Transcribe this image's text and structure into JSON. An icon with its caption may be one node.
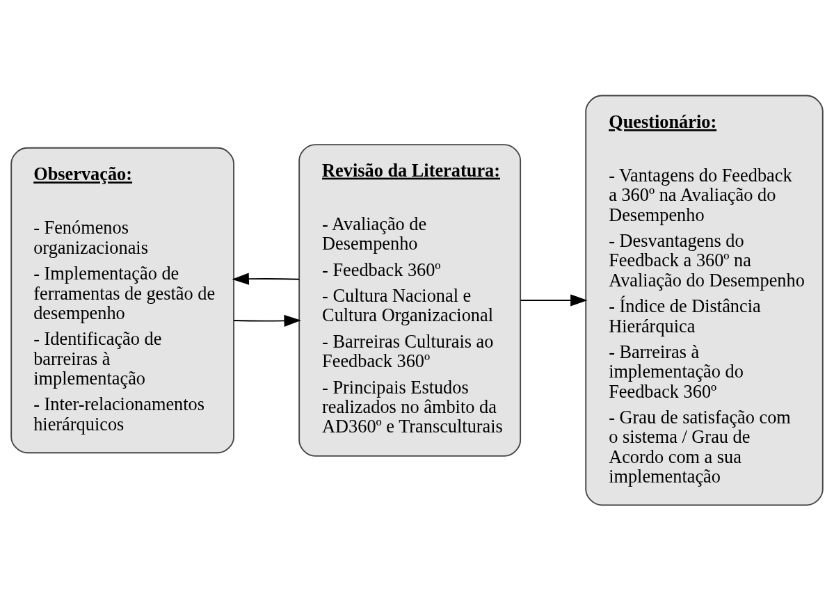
{
  "diagram": {
    "nodes": [
      {
        "text": [
          "Observação:",
          "- Fenómenos organizacionais",
          "- Implementação de ferramentas de gestão de desempenho",
          "- Identificação de barreiras à implementação",
          "- Inter-relacionamentos hierárquicos"
        ]
      },
      {
        "text": [
          "Revisão da Literatura:",
          "- Avaliação de Desempenho",
          "- Feedback 360º",
          "- Cultura Nacional e Cultura Organizacional",
          "- Barreiras Culturais ao Feedback 360º",
          "- Principais Estudos realizados no âmbito da AD360º e Transculturais"
        ]
      },
      {
        "text": [
          "Questionário:",
          "- Vantagens do Feedback a 360º na Avaliação do Desempenho",
          "- Desvantagens do Feedback a 360º na Avaliação do Desempenho",
          "- Índice de Distância Hierárquica",
          "- Barreiras à implementação do Feedback 360º",
          "- Grau de satisfação com o sistema / Grau de Acordo com a sua implementação"
        ]
      }
    ],
    "edges": [
      {
        "from": 0,
        "to": 1,
        "arrow": "to"
      },
      {
        "from": 1,
        "to": 0,
        "arrow": "to"
      },
      {
        "from": 1,
        "to": 2,
        "arrow": "to"
      }
    ]
  }
}
